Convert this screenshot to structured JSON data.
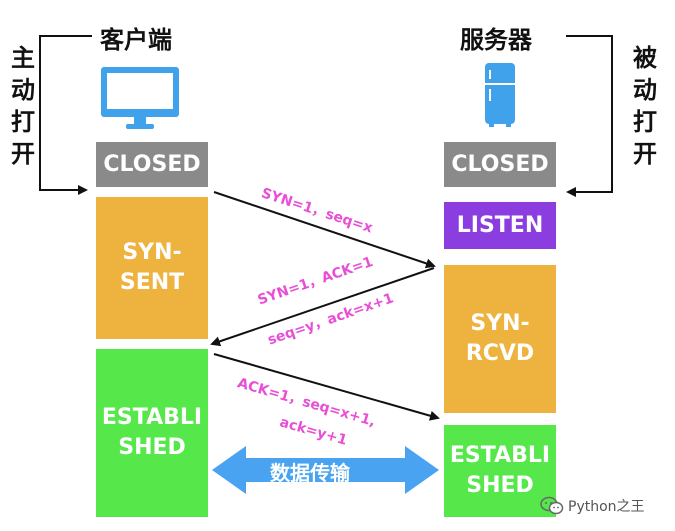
{
  "client": {
    "title": "客户端",
    "side_label": [
      "主",
      "动",
      "打",
      "开"
    ],
    "states": [
      "CLOSED",
      "SYN-\nSENT",
      "ESTABLI\nSHED"
    ]
  },
  "server": {
    "title": "服务器",
    "side_label": [
      "被",
      "动",
      "打",
      "开"
    ],
    "states": [
      "CLOSED",
      "LISTEN",
      "SYN-\nRCVD",
      "ESTABLI\nSHED"
    ]
  },
  "messages": {
    "m1": "SYN=1，seq=x",
    "m2_line1": "SYN=1，ACK=1",
    "m2_line2": "seq=y，ack=x+1",
    "m3_line1": "ACK=1，seq=x+1,",
    "m3_line2": "ack=y+1"
  },
  "transfer_label": "数据传输",
  "watermark": "Python之王",
  "colors": {
    "closed": "#8a8a8a",
    "syn": "#eeb33f",
    "established": "#56e84b",
    "listen": "#8b3de0",
    "message_text": "#e94fd6",
    "transfer_arrow": "#4aa3f0",
    "monitor": "#3fa2ea"
  }
}
